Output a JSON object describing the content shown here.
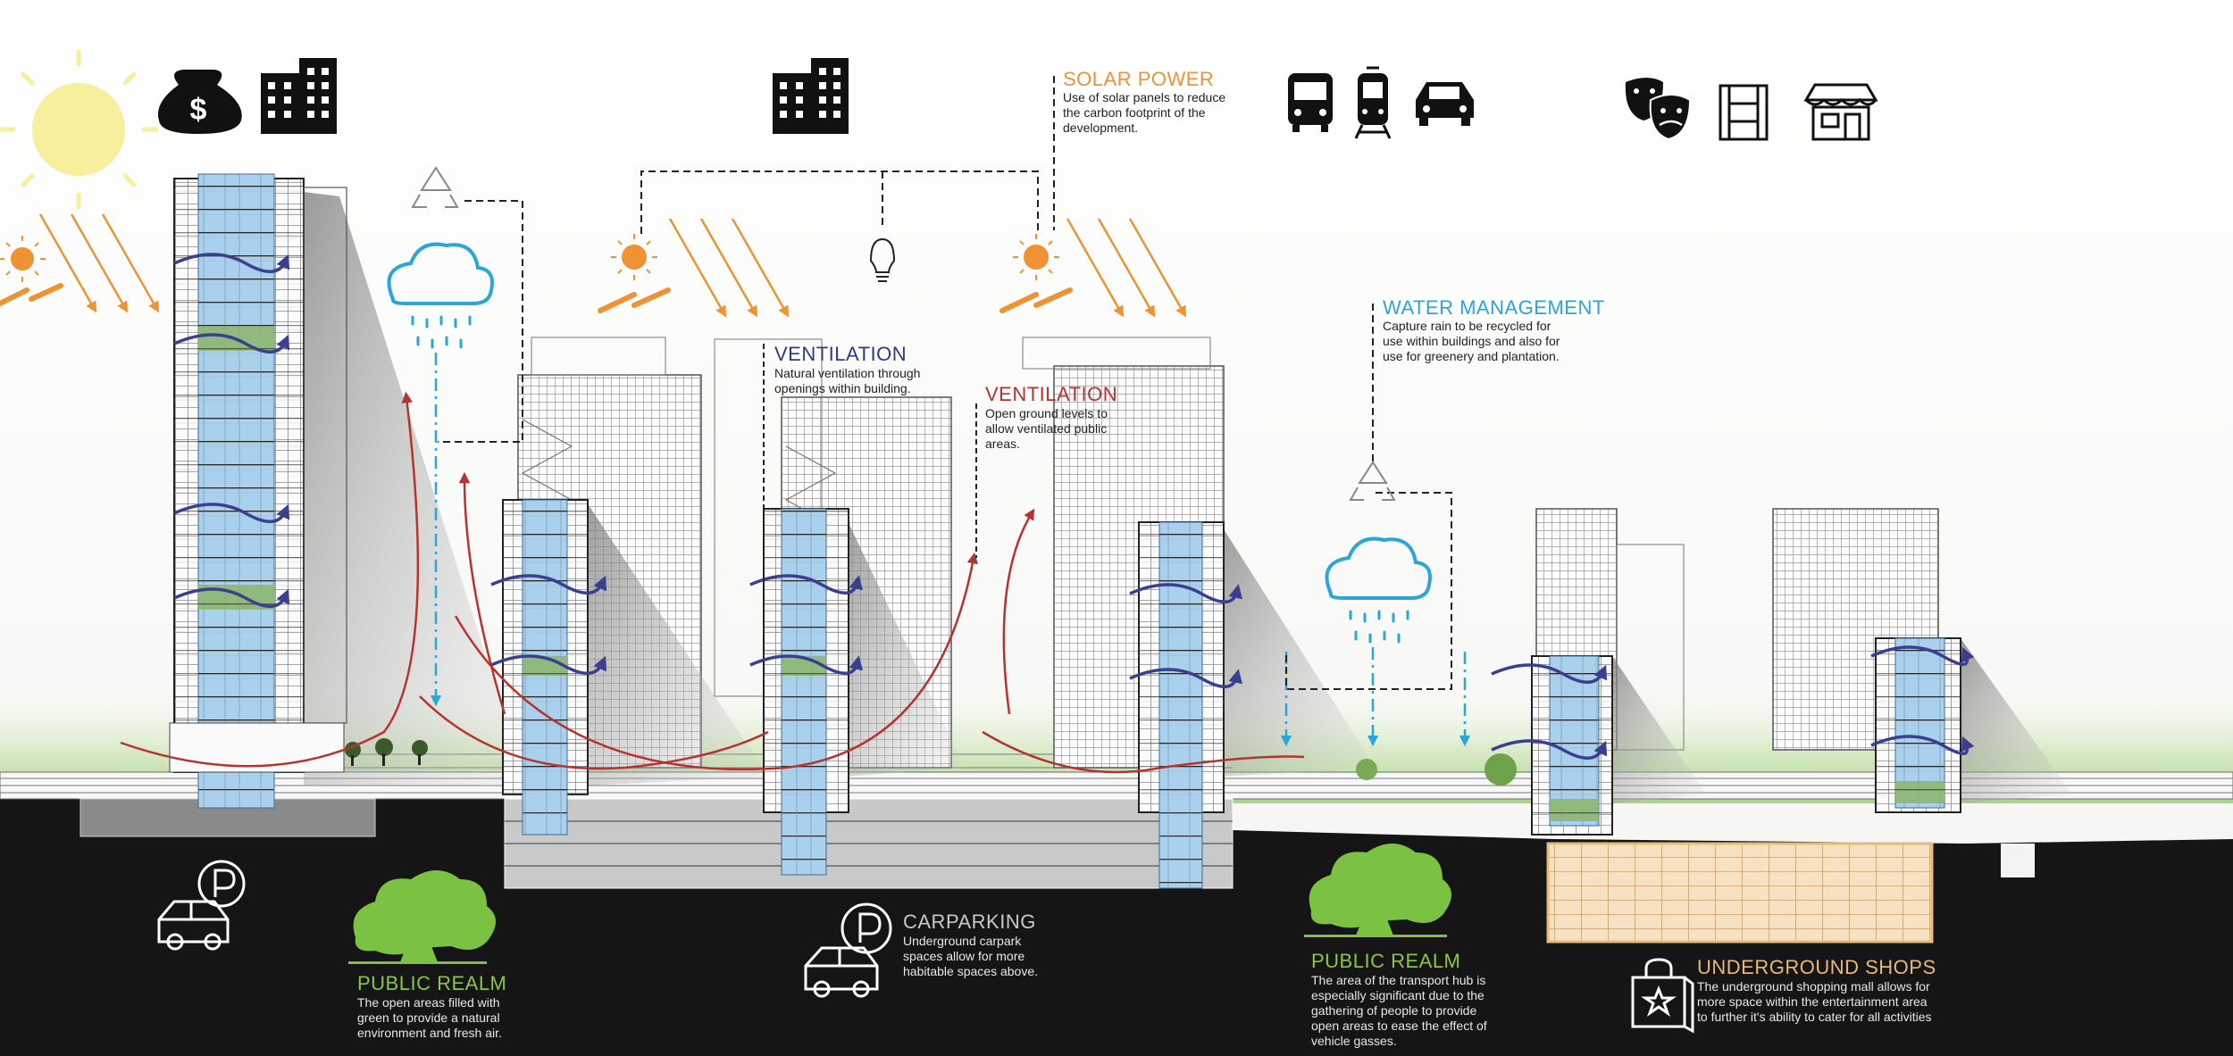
{
  "colors": {
    "solar": "#ef9234",
    "ventilation_blue": "#2e3a84",
    "ventilation_red": "#b7332f",
    "water": "#2aa6d8",
    "green": "#8cc63f",
    "shops": "#e8b978",
    "ground": "#151515",
    "glass": "#9fcbe8",
    "sun": "#f5ef9e"
  },
  "icons": {
    "top": [
      "sun-icon",
      "money-bag-icon",
      "office-buildings-icon",
      "office-buildings-icon",
      "bus-icon",
      "train-icon",
      "car-icon",
      "theatre-masks-icon",
      "film-strip-icon",
      "shop-icon"
    ],
    "diagram": [
      "recycle-icon",
      "rain-cloud-icon",
      "lightbulb-icon",
      "solar-panel-icon"
    ],
    "ground": [
      "parking-car-icon",
      "tree-icon",
      "shopping-bag-icon"
    ]
  },
  "annotations": {
    "solar": {
      "title": "SOLAR POWER",
      "text": "Use of solar panels to reduce the carbon footprint of the development."
    },
    "ventilation_building": {
      "title": "VENTILATION",
      "text": "Natural ventilation through openings within building."
    },
    "ventilation_ground": {
      "title": "VENTILATION",
      "text": "Open ground levels to allow ventilated public areas."
    },
    "water": {
      "title": "WATER MANAGEMENT",
      "text": "Capture rain to be recycled for use within buildings and also for use for greenery and plantation."
    },
    "public_realm_1": {
      "title": "PUBLIC REALM",
      "text": "The open areas filled with green to provide a natural environment and fresh air."
    },
    "carparking": {
      "title": "CARPARKING",
      "text": "Underground carpark spaces allow for more habitable spaces above."
    },
    "public_realm_2": {
      "title": "PUBLIC REALM",
      "text": "The area of the transport hub is especially significant due to the gathering of people to provide open areas to ease the effect of vehicle gasses."
    },
    "shops": {
      "title": "UNDERGROUND SHOPS",
      "text": "The underground shopping mall allows for more space within the entertainment area to further it's ability to cater for all activities"
    }
  }
}
